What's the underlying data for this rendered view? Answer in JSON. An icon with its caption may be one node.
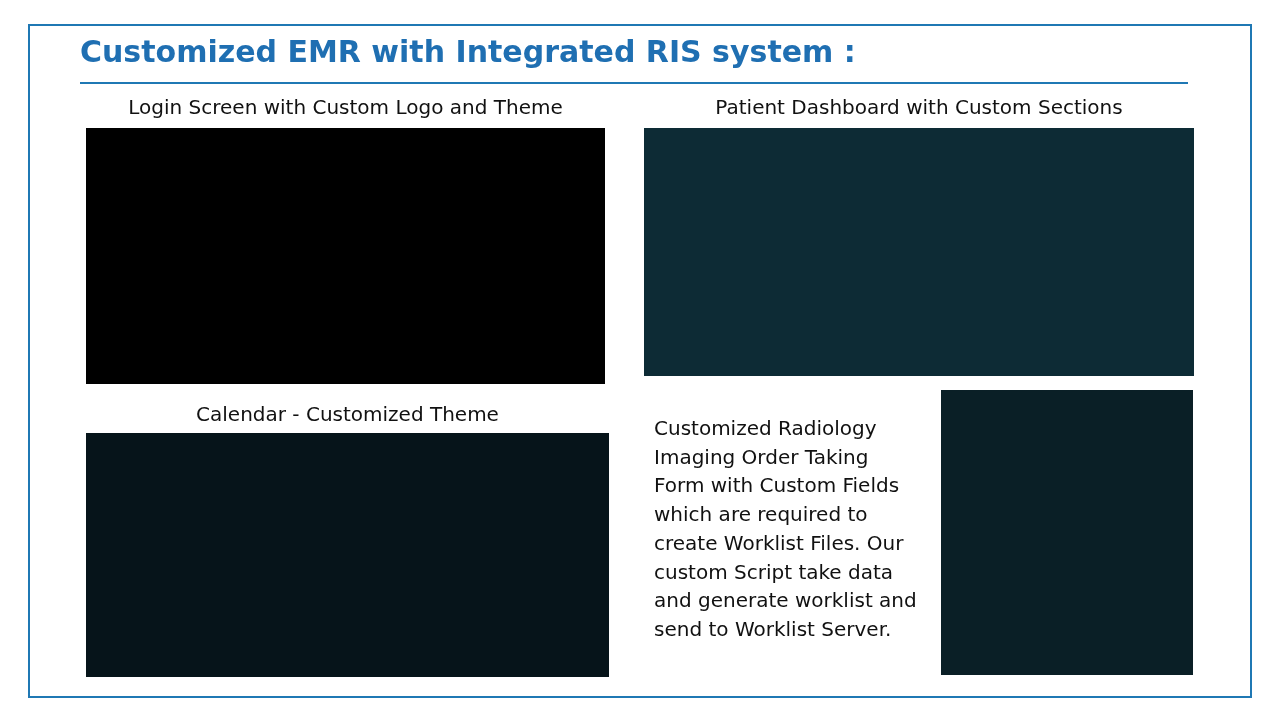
{
  "diagram": {
    "title": "Customized EMR with Integrated RIS system :",
    "labels": [
      "Login Screen with Custom Logo and Theme",
      "Patient Dashboard with Custom Sections",
      "Calendar - Customized Theme",
      "Customized Radiology Imaging Order Taking Form with Custom Fields which are required to create Worklist Files.  Our custom Script take data and generate worklist and send to Worklist Server."
    ]
  }
}
